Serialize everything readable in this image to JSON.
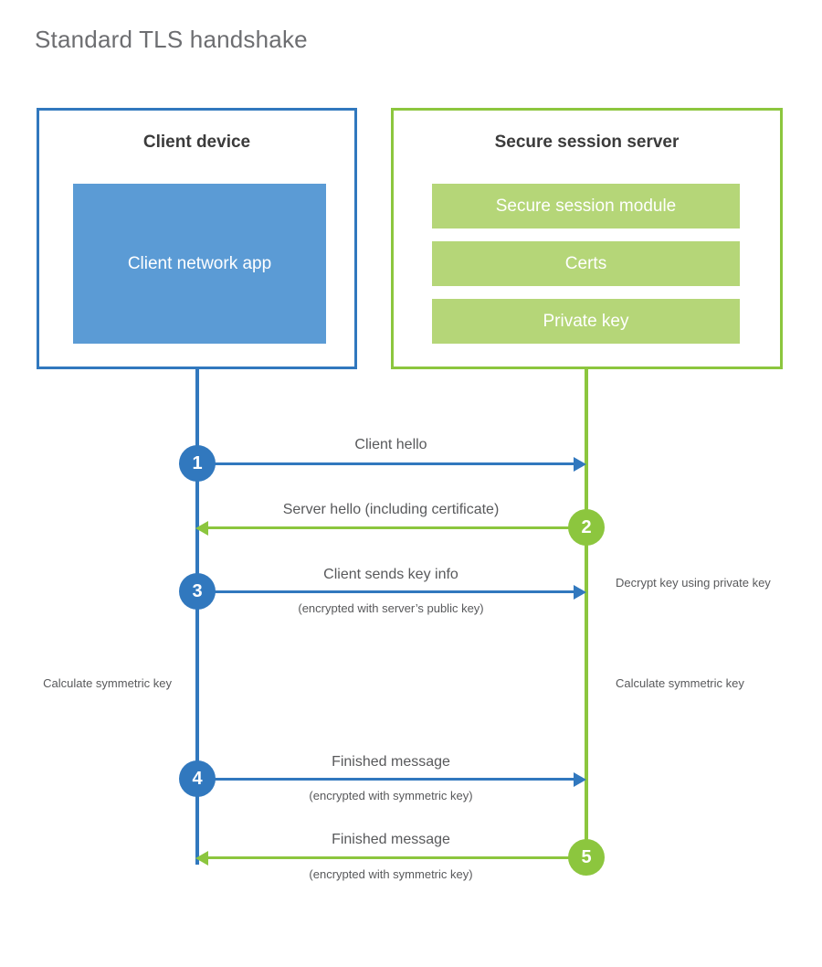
{
  "title": "Standard TLS handshake",
  "colors": {
    "blue_dark": "#3178be",
    "blue_light": "#5b9bd5",
    "green_dark": "#8cc63e",
    "green_light": "#b5d678",
    "text_gray": "#58595b",
    "title_gray": "#6d6e71",
    "background": "#ffffff"
  },
  "actors": {
    "client": {
      "title": "Client device",
      "block_label": "Client network app"
    },
    "server": {
      "title": "Secure session server",
      "bars": [
        "Secure session module",
        "Certs",
        "Private key"
      ]
    }
  },
  "steps": [
    {
      "number": "1",
      "label": "Client hello",
      "sublabel": "",
      "direction": "client-to-server",
      "color": "blue"
    },
    {
      "number": "2",
      "label": "Server hello (including certificate)",
      "sublabel": "",
      "direction": "server-to-client",
      "color": "green"
    },
    {
      "number": "3",
      "label": "Client sends key info",
      "sublabel": "(encrypted with server’s public key)",
      "direction": "client-to-server",
      "color": "blue"
    },
    {
      "number": "4",
      "label": "Finished message",
      "sublabel": "(encrypted with symmetric key)",
      "direction": "client-to-server",
      "color": "blue"
    },
    {
      "number": "5",
      "label": "Finished message",
      "sublabel": "(encrypted with symmetric key)",
      "direction": "server-to-client",
      "color": "green"
    }
  ],
  "notes": {
    "server_decrypt": "Decrypt key using private key",
    "client_calculate": "Calculate symmetric key",
    "server_calculate": "Calculate symmetric key"
  }
}
